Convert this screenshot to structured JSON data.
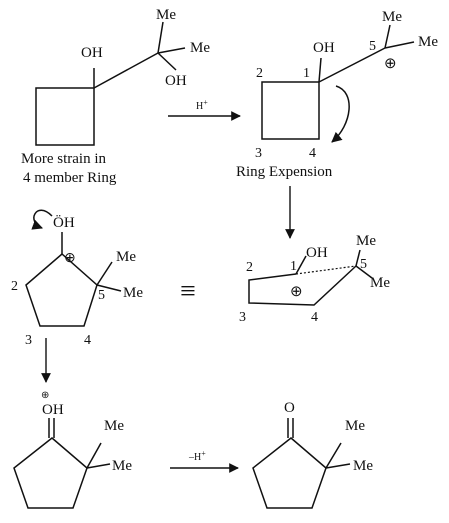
{
  "step1": {
    "oh": "OH",
    "me_top": "Me",
    "me_right": "Me",
    "oh2": "OH",
    "caption_line1": "More strain in",
    "caption_line2": "4 member Ring"
  },
  "arrow1": {
    "reagent": "H",
    "reagent_sup": "+"
  },
  "step2": {
    "oh": "OH",
    "me_top": "Me",
    "me_right": "Me",
    "num_1": "1",
    "num_2": "2",
    "num_3": "3",
    "num_4": "4",
    "num_5": "5",
    "cation": "⊕",
    "caption": "Ring Expension"
  },
  "step3": {
    "oh": "OH",
    "num_1": "1",
    "num_2": "2",
    "num_3": "3",
    "num_4": "4",
    "num_5": "5",
    "me_top": "Me",
    "me_right": "Me",
    "cation": "⊕"
  },
  "step4": {
    "oh": "ÖH",
    "cation": "⊕",
    "me_top": "Me",
    "me_right": "Me",
    "num_2": "2",
    "num_3": "3",
    "num_4": "4",
    "num_5": "5",
    "equiv": "≡"
  },
  "step5": {
    "oh": "OH",
    "cation": "⊕",
    "me_top": "Me",
    "me_right": "Me"
  },
  "arrow_final": {
    "reagent": "–H",
    "reagent_sup": "+"
  },
  "product": {
    "o": "O",
    "me_top": "Me",
    "me_right": "Me"
  }
}
